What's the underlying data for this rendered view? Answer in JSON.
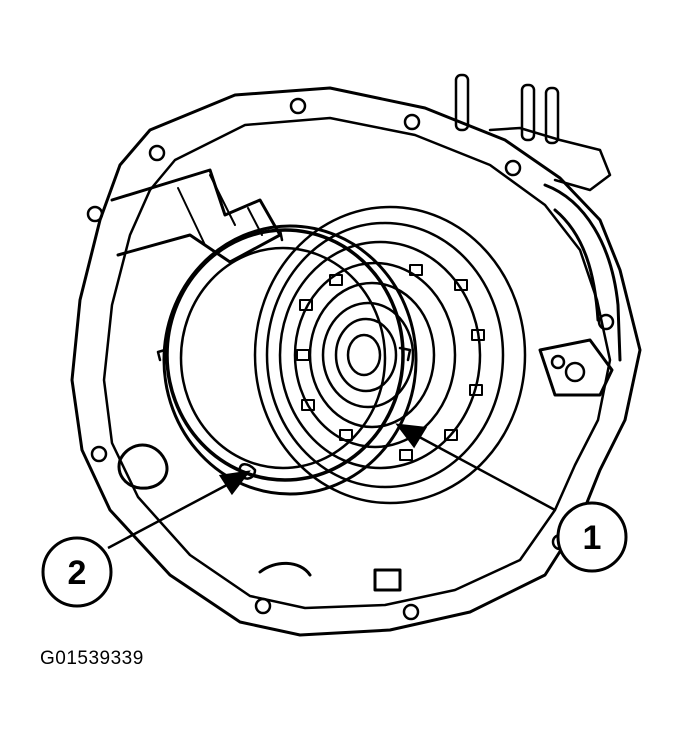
{
  "figure": {
    "figure_id": "G01539339",
    "callouts": [
      {
        "number": "1"
      },
      {
        "number": "2"
      }
    ],
    "line_color": "#000000",
    "background": "#ffffff"
  }
}
